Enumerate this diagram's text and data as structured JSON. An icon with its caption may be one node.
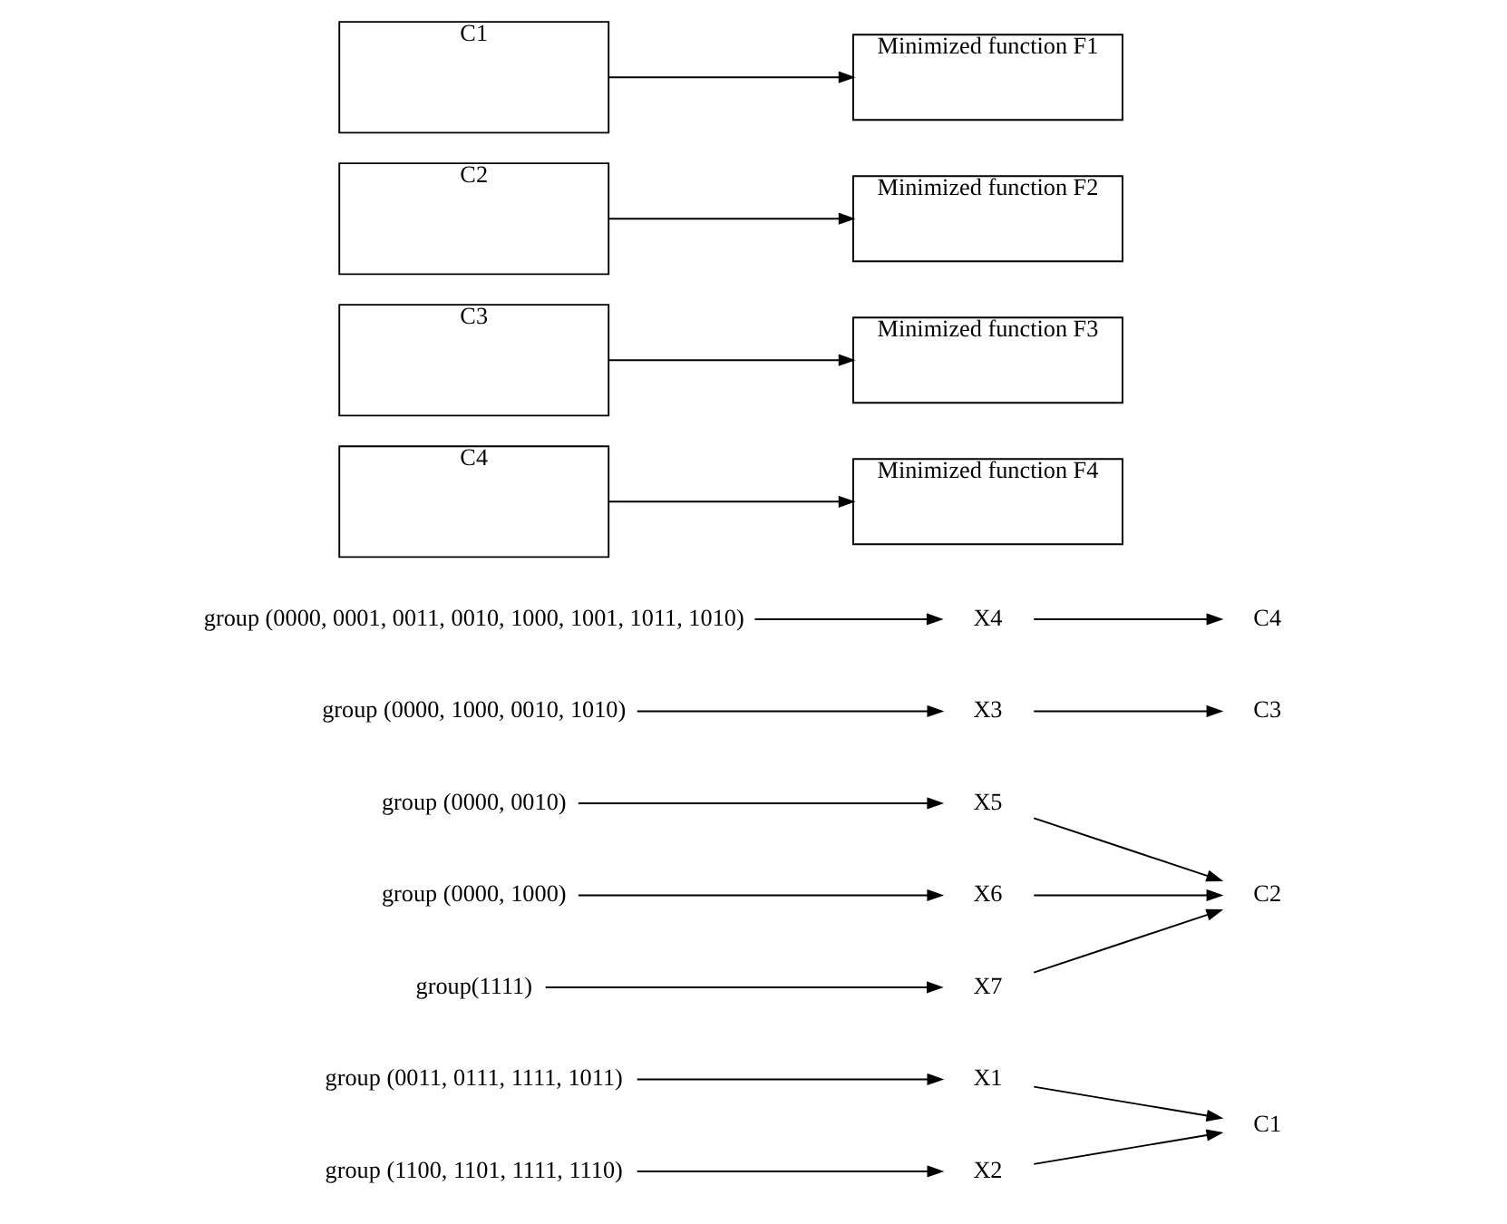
{
  "diagram": {
    "nodes": [
      {
        "text": [
          "group (0011, 0111, 1111, 1011)"
        ]
      },
      {
        "text": [
          "X1"
        ]
      },
      {
        "text": [
          "C1"
        ]
      },
      {
        "text": [
          "group (1100, 1101, 1111, 1110)"
        ]
      },
      {
        "text": [
          "X2"
        ]
      },
      {
        "text": [
          "group (0000, 0010)"
        ]
      },
      {
        "text": [
          "X5"
        ]
      },
      {
        "text": [
          "C2"
        ]
      },
      {
        "text": [
          "group (0000, 1000)"
        ]
      },
      {
        "text": [
          "X6"
        ]
      },
      {
        "text": [
          "group(1111)"
        ]
      },
      {
        "text": [
          "X7"
        ]
      },
      {
        "text": [
          "group (0000, 1000, 0010, 1010)"
        ]
      },
      {
        "text": [
          "X3"
        ]
      },
      {
        "text": [
          "C3"
        ]
      },
      {
        "text": [
          "group (0000, 0001, 0011, 0010, 1000, 1001, 1011, 1010)"
        ]
      },
      {
        "text": [
          "X4"
        ]
      },
      {
        "text": [
          "C4"
        ]
      },
      {
        "text": [
          "C4"
        ]
      },
      {
        "text": [
          "Minimized function F4"
        ]
      },
      {
        "text": [
          "C3"
        ]
      },
      {
        "text": [
          "Minimized function F3"
        ]
      },
      {
        "text": [
          "C2"
        ]
      },
      {
        "text": [
          "Minimized function F2"
        ]
      },
      {
        "text": [
          "C1"
        ]
      },
      {
        "text": [
          "Minimized function F1"
        ]
      }
    ],
    "edges": [
      {
        "from": 0,
        "to": 1,
        "arrow": "to"
      },
      {
        "from": 1,
        "to": 2,
        "arrow": "to"
      },
      {
        "from": 3,
        "to": 4,
        "arrow": "to"
      },
      {
        "from": 4,
        "to": 2,
        "arrow": "to"
      },
      {
        "from": 5,
        "to": 6,
        "arrow": "to"
      },
      {
        "from": 6,
        "to": 7,
        "arrow": "to"
      },
      {
        "from": 8,
        "to": 9,
        "arrow": "to"
      },
      {
        "from": 9,
        "to": 7,
        "arrow": "to"
      },
      {
        "from": 10,
        "to": 11,
        "arrow": "to"
      },
      {
        "from": 11,
        "to": 7,
        "arrow": "to"
      },
      {
        "from": 12,
        "to": 13,
        "arrow": "to"
      },
      {
        "from": 13,
        "to": 14,
        "arrow": "to"
      },
      {
        "from": 15,
        "to": 16,
        "arrow": "to"
      },
      {
        "from": 16,
        "to": 17,
        "arrow": "to"
      },
      {
        "from": 18,
        "to": 19,
        "arrow": "to"
      },
      {
        "from": 20,
        "to": 21,
        "arrow": "to"
      },
      {
        "from": 22,
        "to": 23,
        "arrow": "to"
      },
      {
        "from": 24,
        "to": 25,
        "arrow": "to"
      }
    ]
  }
}
